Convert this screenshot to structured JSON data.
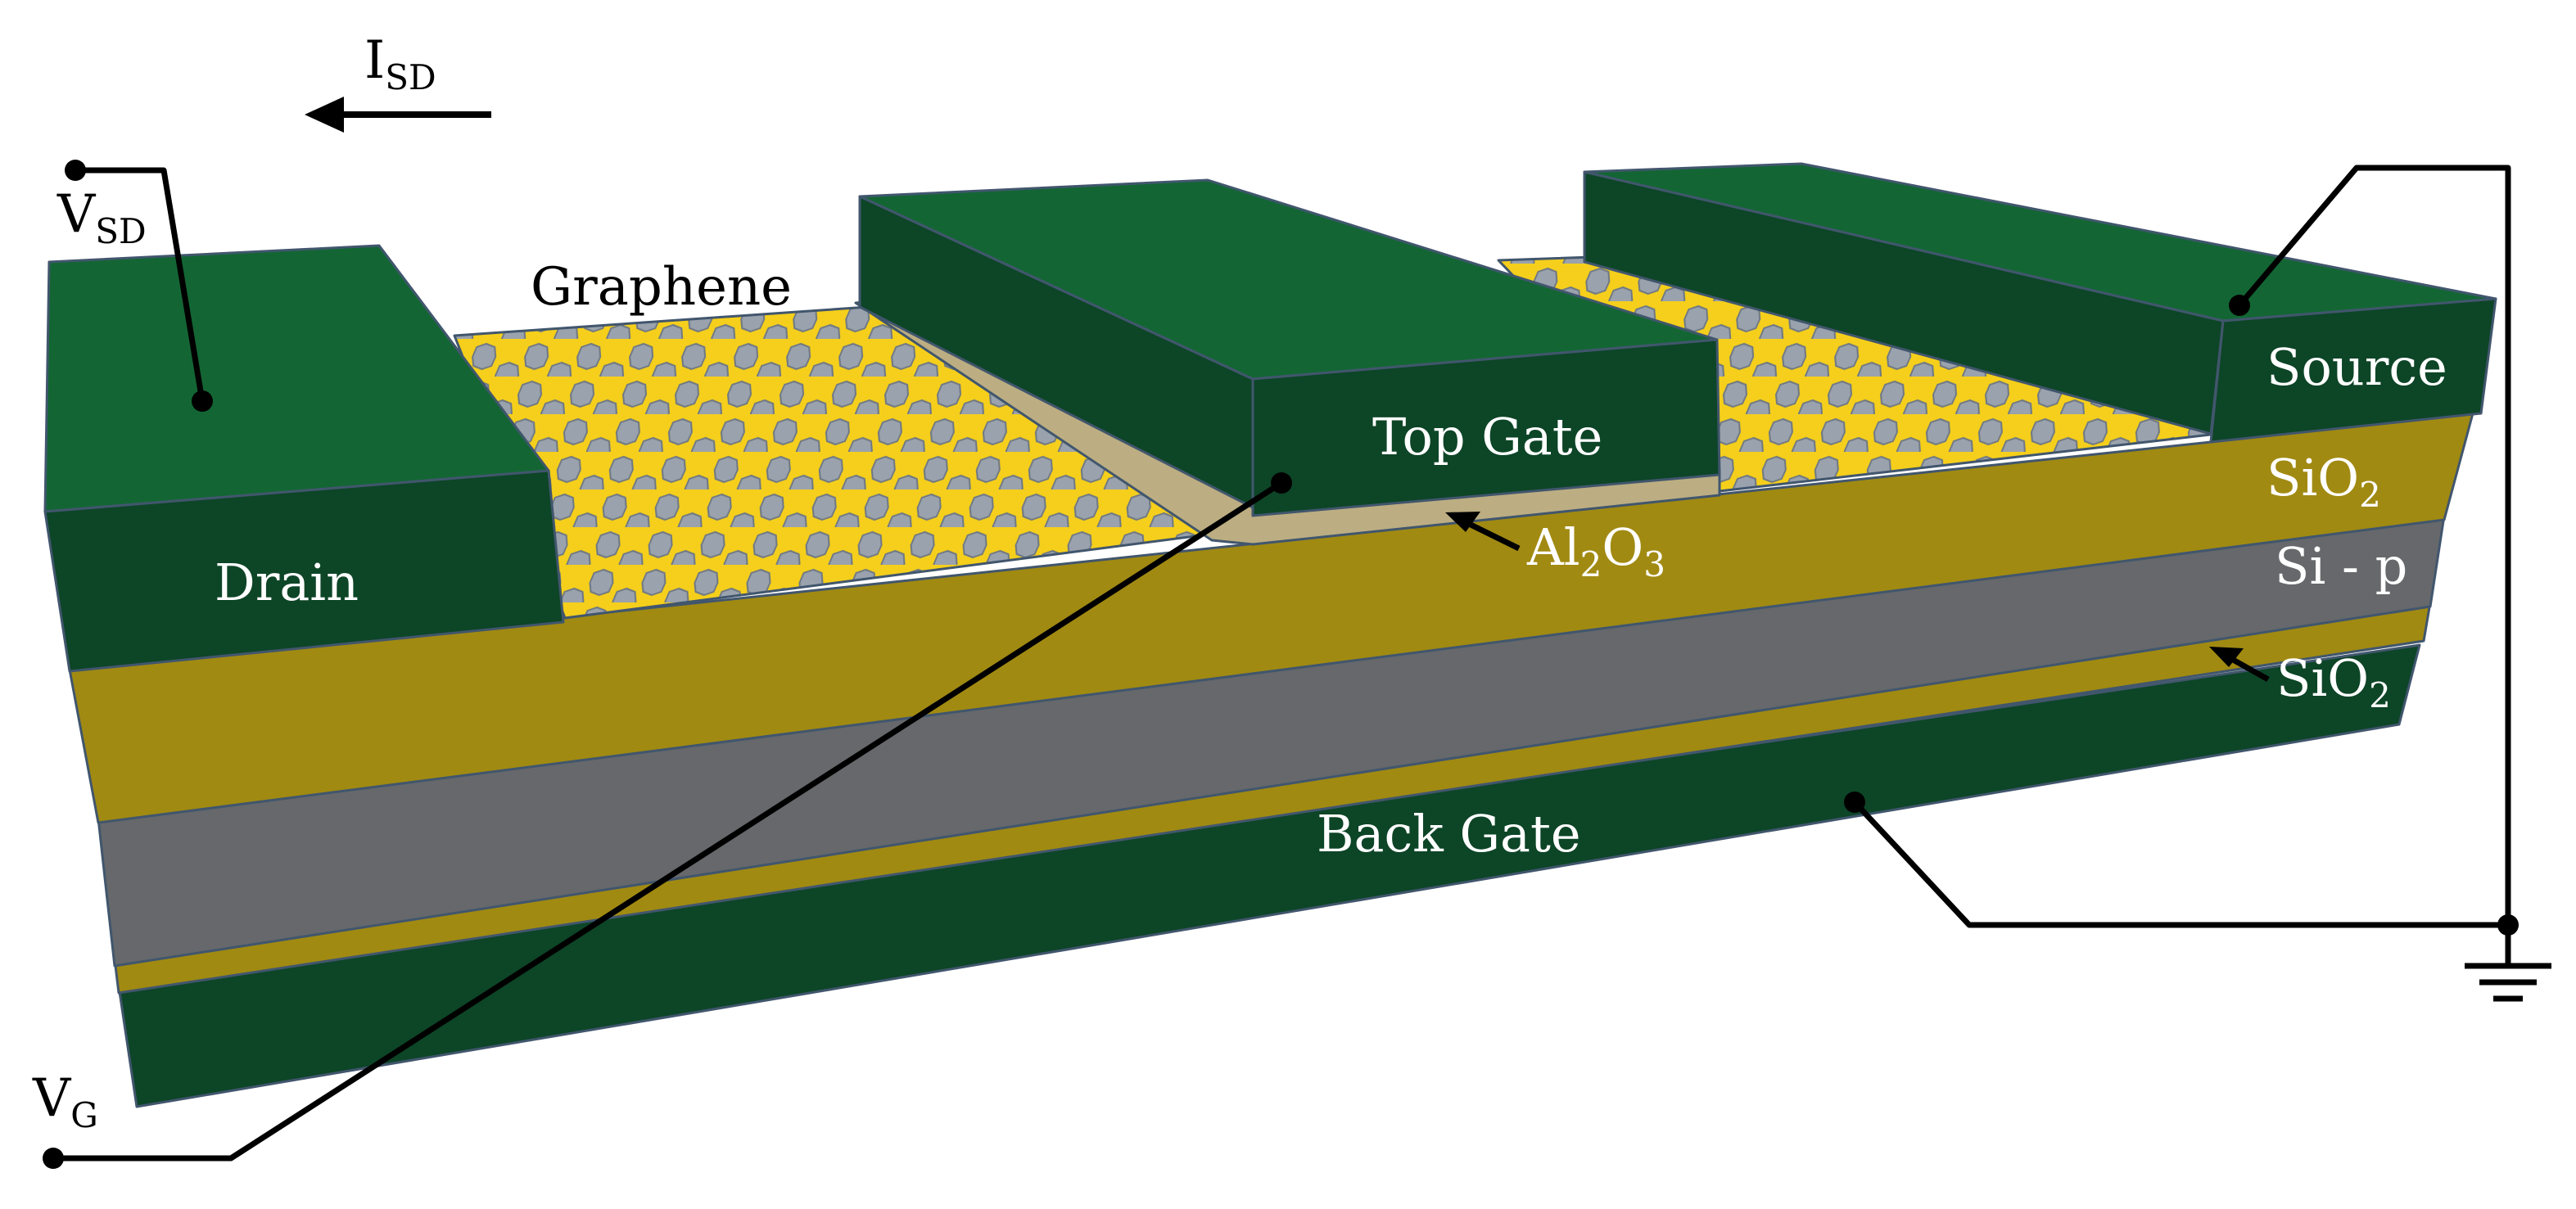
{
  "labels": {
    "current": "I",
    "current_sub": "SD",
    "vsd": "V",
    "vsd_sub": "SD",
    "vg": "V",
    "vg_sub": "G",
    "graphene": "Graphene",
    "drain": "Drain",
    "top_gate": "Top Gate",
    "source": "Source",
    "sio2_top": "SiO",
    "sio2_top_sub": "2",
    "al2o3_a": "Al",
    "al2o3_sub1": "2",
    "al2o3_b": "O",
    "al2o3_sub2": "3",
    "si_p": "Si - p",
    "sio2_bottom": "SiO",
    "sio2_bottom_sub": "2",
    "back_gate": "Back Gate"
  },
  "colors": {
    "electrode_top": "#136634",
    "electrode_front": "#0d4527",
    "sio2": "#a18a12",
    "silicon": "#66686b",
    "graphene_bg": "#f5cf1b",
    "graphene_cell": "#9aa2ad",
    "al2o3": "#bcae82",
    "wire": "#000000"
  }
}
